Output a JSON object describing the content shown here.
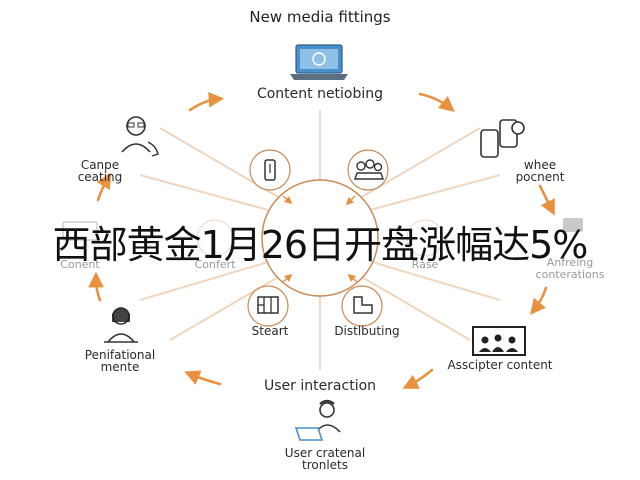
{
  "title": "New media fittings",
  "nodes": {
    "top": [
      "Content netiobing"
    ],
    "top_right": [
      "whee",
      "pocnent"
    ],
    "right": [
      "Anfreing",
      "conterations"
    ],
    "bottom_right": [
      "Asscipter content"
    ],
    "bottom": [
      "User interaction"
    ],
    "bottom_sub": [
      "User cratenal",
      "tronlets"
    ],
    "bottom_left": [
      "Penifational",
      "mente"
    ],
    "left": [
      "Conent"
    ],
    "top_left": [
      "Canpe",
      "ceating"
    ]
  },
  "inner": {
    "left": "Confert",
    "right": "Rase",
    "bottom_left": "Steart",
    "bottom_right": "Distlbuting"
  },
  "overlay_text": "西部黄金1月26日开盘涨幅达5%",
  "colors": {
    "arrow": "#e8913f",
    "spoke": "#f0d6bf",
    "stroke": "#c98a55",
    "icon": "#333333",
    "laptop": "#4a90c8"
  }
}
